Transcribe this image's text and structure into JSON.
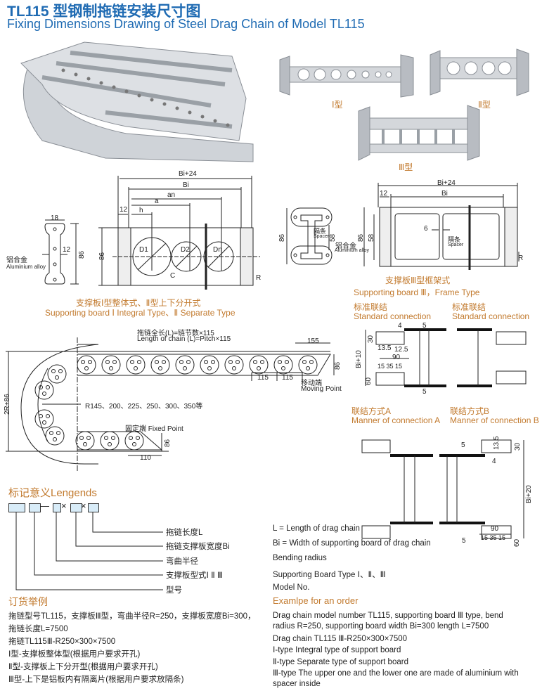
{
  "header": {
    "title": "TL115 型钢制拖链安装尺寸图",
    "subtitle": "Fixing Dimensions Drawing of Steel Drag Chain of Model TL115"
  },
  "photos": {
    "type1_label": "Ⅰ型",
    "type2_label": "Ⅱ型",
    "type3_label": "Ⅲ型"
  },
  "board12": {
    "side": {
      "width": "18",
      "hole": "12",
      "height": "86",
      "material_cn": "铝合金",
      "material_en": "Aluminium alloy"
    },
    "dims": {
      "bi24": "Bi+24",
      "bi": "Bi",
      "an": "an",
      "a": "a",
      "h": "h",
      "side12": "12",
      "height": "86",
      "d1": "D1",
      "d2": "D2",
      "dn": "Dn",
      "c": "C",
      "r": "R"
    },
    "caption_cn": "支撑板Ⅰ型整体式、Ⅱ型上下分开式",
    "caption_en": "Supporting board Ⅰ Integral Type、Ⅱ Separate Type"
  },
  "board3": {
    "side": {
      "height": "86",
      "spacer_cn": "隔条",
      "spacer_en": "Spacer",
      "inner": "58",
      "material_cn": "铝合金",
      "material_en": "Aluminium alloy"
    },
    "dims": {
      "bi24": "Bi+24",
      "bi": "Bi",
      "side12": "12",
      "height": "86",
      "inner": "58",
      "gap": "6",
      "spacer_cn": "隔条",
      "spacer_en": "Spacer",
      "r": "R"
    },
    "caption_cn": "支撑板Ⅲ型框架式",
    "caption_en": "Supporting board Ⅲ，Frame Type"
  },
  "connections": {
    "standard_cn": "标准联结",
    "standard_en": "Standard connection",
    "a_cn": "联结方式A",
    "a_en": "Manner of connection A",
    "b_cn": "联结方式B",
    "b_en": "Manner of connection B",
    "std_dims": {
      "d4": "4",
      "d5top": "5",
      "d30": "30",
      "d13_5": "13.5",
      "d12_5": "12.5",
      "bi10": "Bi+10",
      "d90": "90",
      "d15_35_15": "15 35 15",
      "d60": "60",
      "d5bot": "5"
    },
    "ab_dims": {
      "d13_5": "13.5",
      "d5top": "5",
      "d30": "30",
      "d4": "4",
      "bi20": "Bi+20",
      "d90": "90",
      "d15_35_15": "15 35 15",
      "d5bot": "5",
      "d60": "60"
    }
  },
  "chain": {
    "length_cn": "拖链全长(L)=链节数×115",
    "length_en": "Length of chain (L)=Pitch×115",
    "end155": "155",
    "height_top": "86",
    "pitch1": "115",
    "pitch2": "115",
    "moving_cn": "移动端",
    "moving_en": "Moving Point",
    "overall": "2R+86",
    "radii": "R145、200、225、250、300、350等",
    "fixed": "固定端 Fixed Point",
    "height_bottom": "86",
    "end110": "110"
  },
  "legend": {
    "title": "标记意义Lengends",
    "items_cn": [
      "拖链长度L",
      "拖链支撑板宽度Bi",
      "弯曲半径",
      "支撑板型式Ⅰ Ⅱ Ⅲ",
      "型号"
    ],
    "items_en": [
      "L = Length of drag chain",
      "Bi = Width of supporting board of drag chain",
      "Bending radius",
      "Supporting Board Type Ⅰ、Ⅱ、Ⅲ",
      "Model No."
    ],
    "dash": "—",
    "times": "×"
  },
  "order": {
    "title_cn": "订货举例",
    "title_en": "Examlpe for an order",
    "lines_cn": [
      "拖链型号TL115，支撑板Ⅲ型，弯曲半径R=250，支撑板宽度Bi=300，",
      "拖链长度L=7500",
      "拖链TL115Ⅲ-R250×300×7500",
      "Ⅰ型-支撑板整体型(根据用户要求开孔)",
      "Ⅱ型-支撑板上下分开型(根据用户要求开孔)",
      "Ⅲ型-上下是铝板内有隔离片(根据用户要求放隔条)"
    ],
    "lines_en": [
      "Drag chain model number TL115, supporting board Ⅲ type, bend",
      "radius R=250, supporting board width Bi=300 length L=7500",
      "Drag chain TL115 Ⅲ-R250×300×7500",
      "Ⅰ-type Integral type of support board",
      "Ⅱ-type Separate type of support board",
      "Ⅲ-type The upper one and the lower one are made of aluminium with",
      "spacer inside"
    ]
  },
  "colors": {
    "title": "#1f6bb3",
    "heading": "#c27a2e",
    "legend_box": "#d8ecf8",
    "metal": "#c8ccd2"
  }
}
